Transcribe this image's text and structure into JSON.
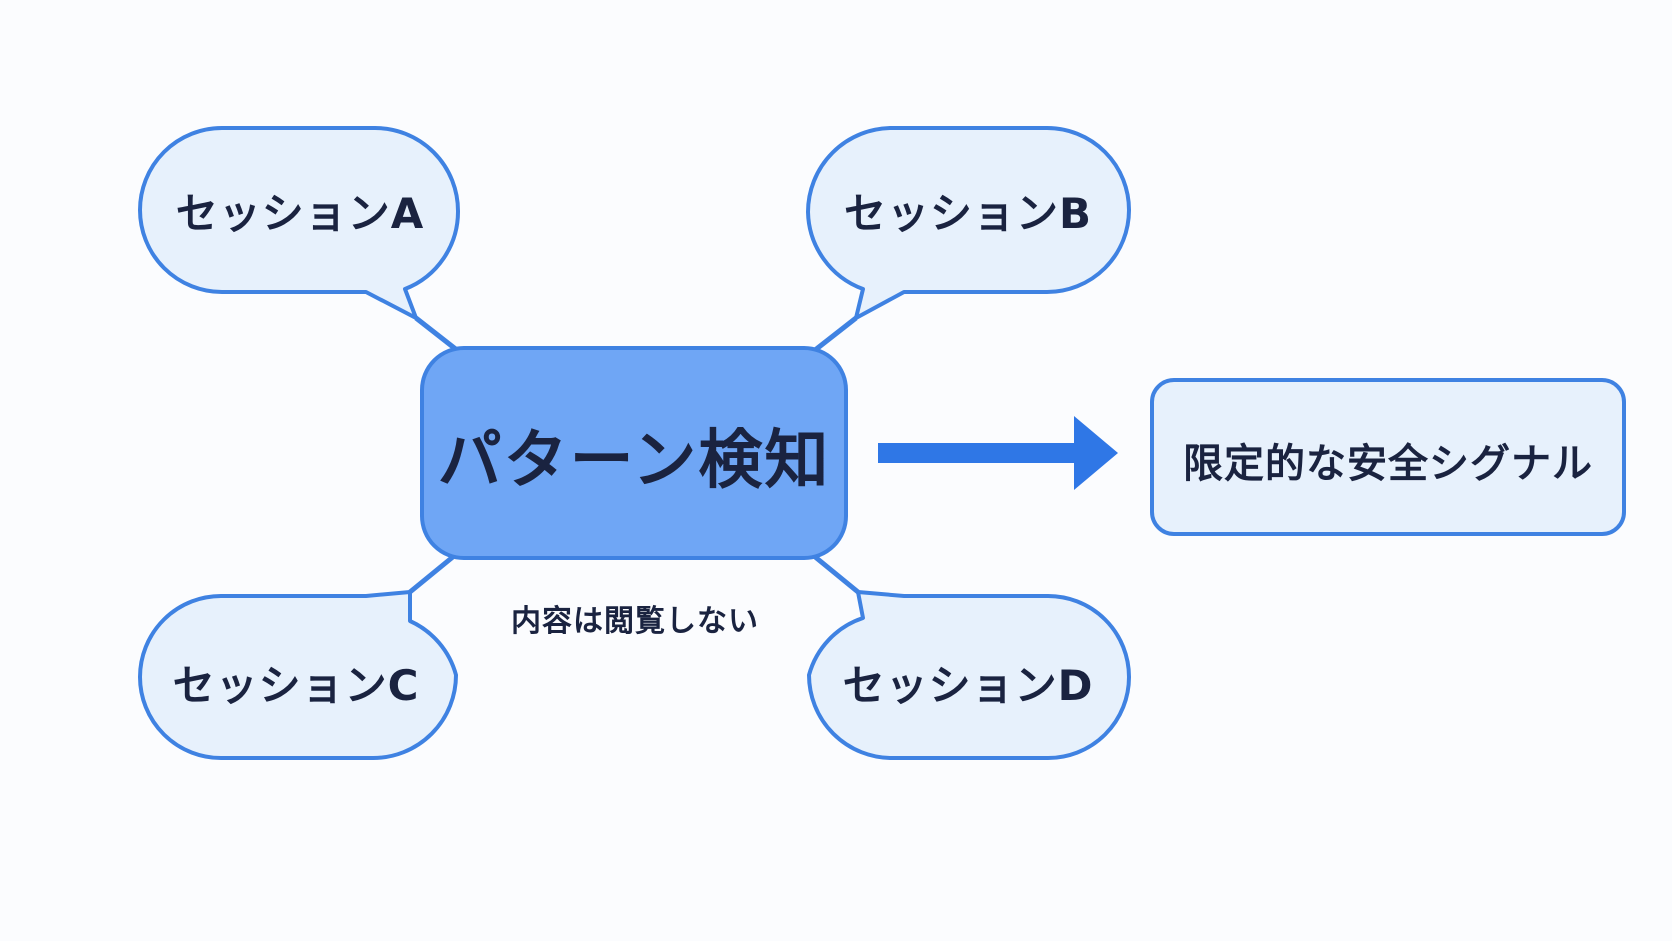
{
  "sessions": {
    "a": "セッションA",
    "b": "セッションB",
    "c": "セッションC",
    "d": "セッションD"
  },
  "center": {
    "label": "パターン検知",
    "note": "内容は閲覧しない"
  },
  "output": {
    "label": "限定的な安全シグナル"
  },
  "colors": {
    "bubble_fill": "#e7f1fc",
    "bubble_stroke": "#3f82e2",
    "center_fill": "#6fa6f5",
    "arrow": "#2f77e6",
    "text": "#1a2340"
  }
}
